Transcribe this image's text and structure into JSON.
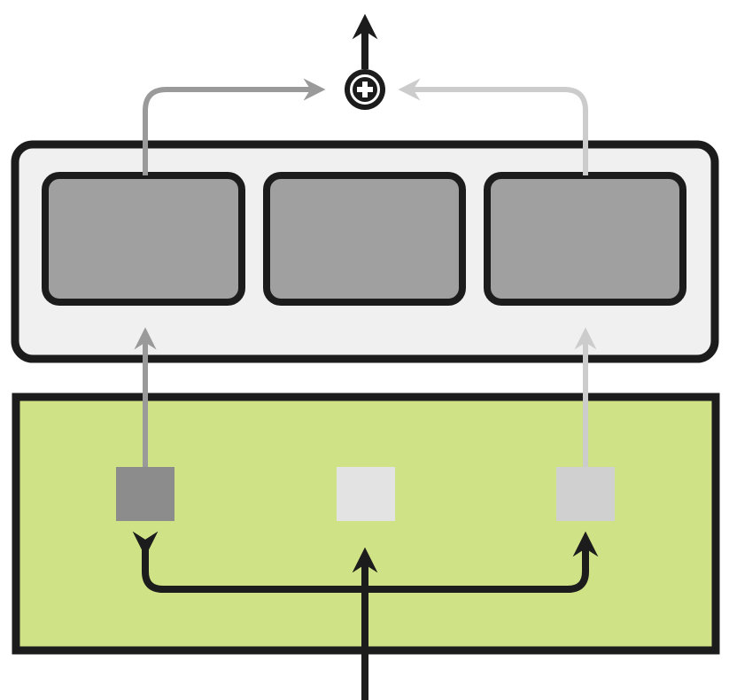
{
  "colors": {
    "background": "#ffffff",
    "outline": "#1c1c1c",
    "upper_panel_fill": "#f0f0f0",
    "module_fill": "#a0a0a0",
    "lower_panel_fill": "#cfe386",
    "token_dark": "#8c8c8c",
    "token_light": "#e3e3e3",
    "token_mid": "#d0d0d0",
    "path_dark": "#9a9a9a",
    "path_light": "#cccccc",
    "combine_node_fill": "#1c1c1c",
    "combine_node_ring": "#ffffff"
  },
  "icons": {
    "combine_node": "plus-circle-icon",
    "arrowhead": "arrowhead-icon"
  },
  "diagram": {
    "upper_panel": {
      "modules": [
        {
          "name": "module-left"
        },
        {
          "name": "module-center"
        },
        {
          "name": "module-right"
        }
      ]
    },
    "lower_panel": {
      "tokens": [
        {
          "name": "token-left",
          "color": "#8c8c8c"
        },
        {
          "name": "token-center",
          "color": "#e3e3e3"
        },
        {
          "name": "token-right",
          "color": "#d0d0d0"
        }
      ]
    }
  }
}
